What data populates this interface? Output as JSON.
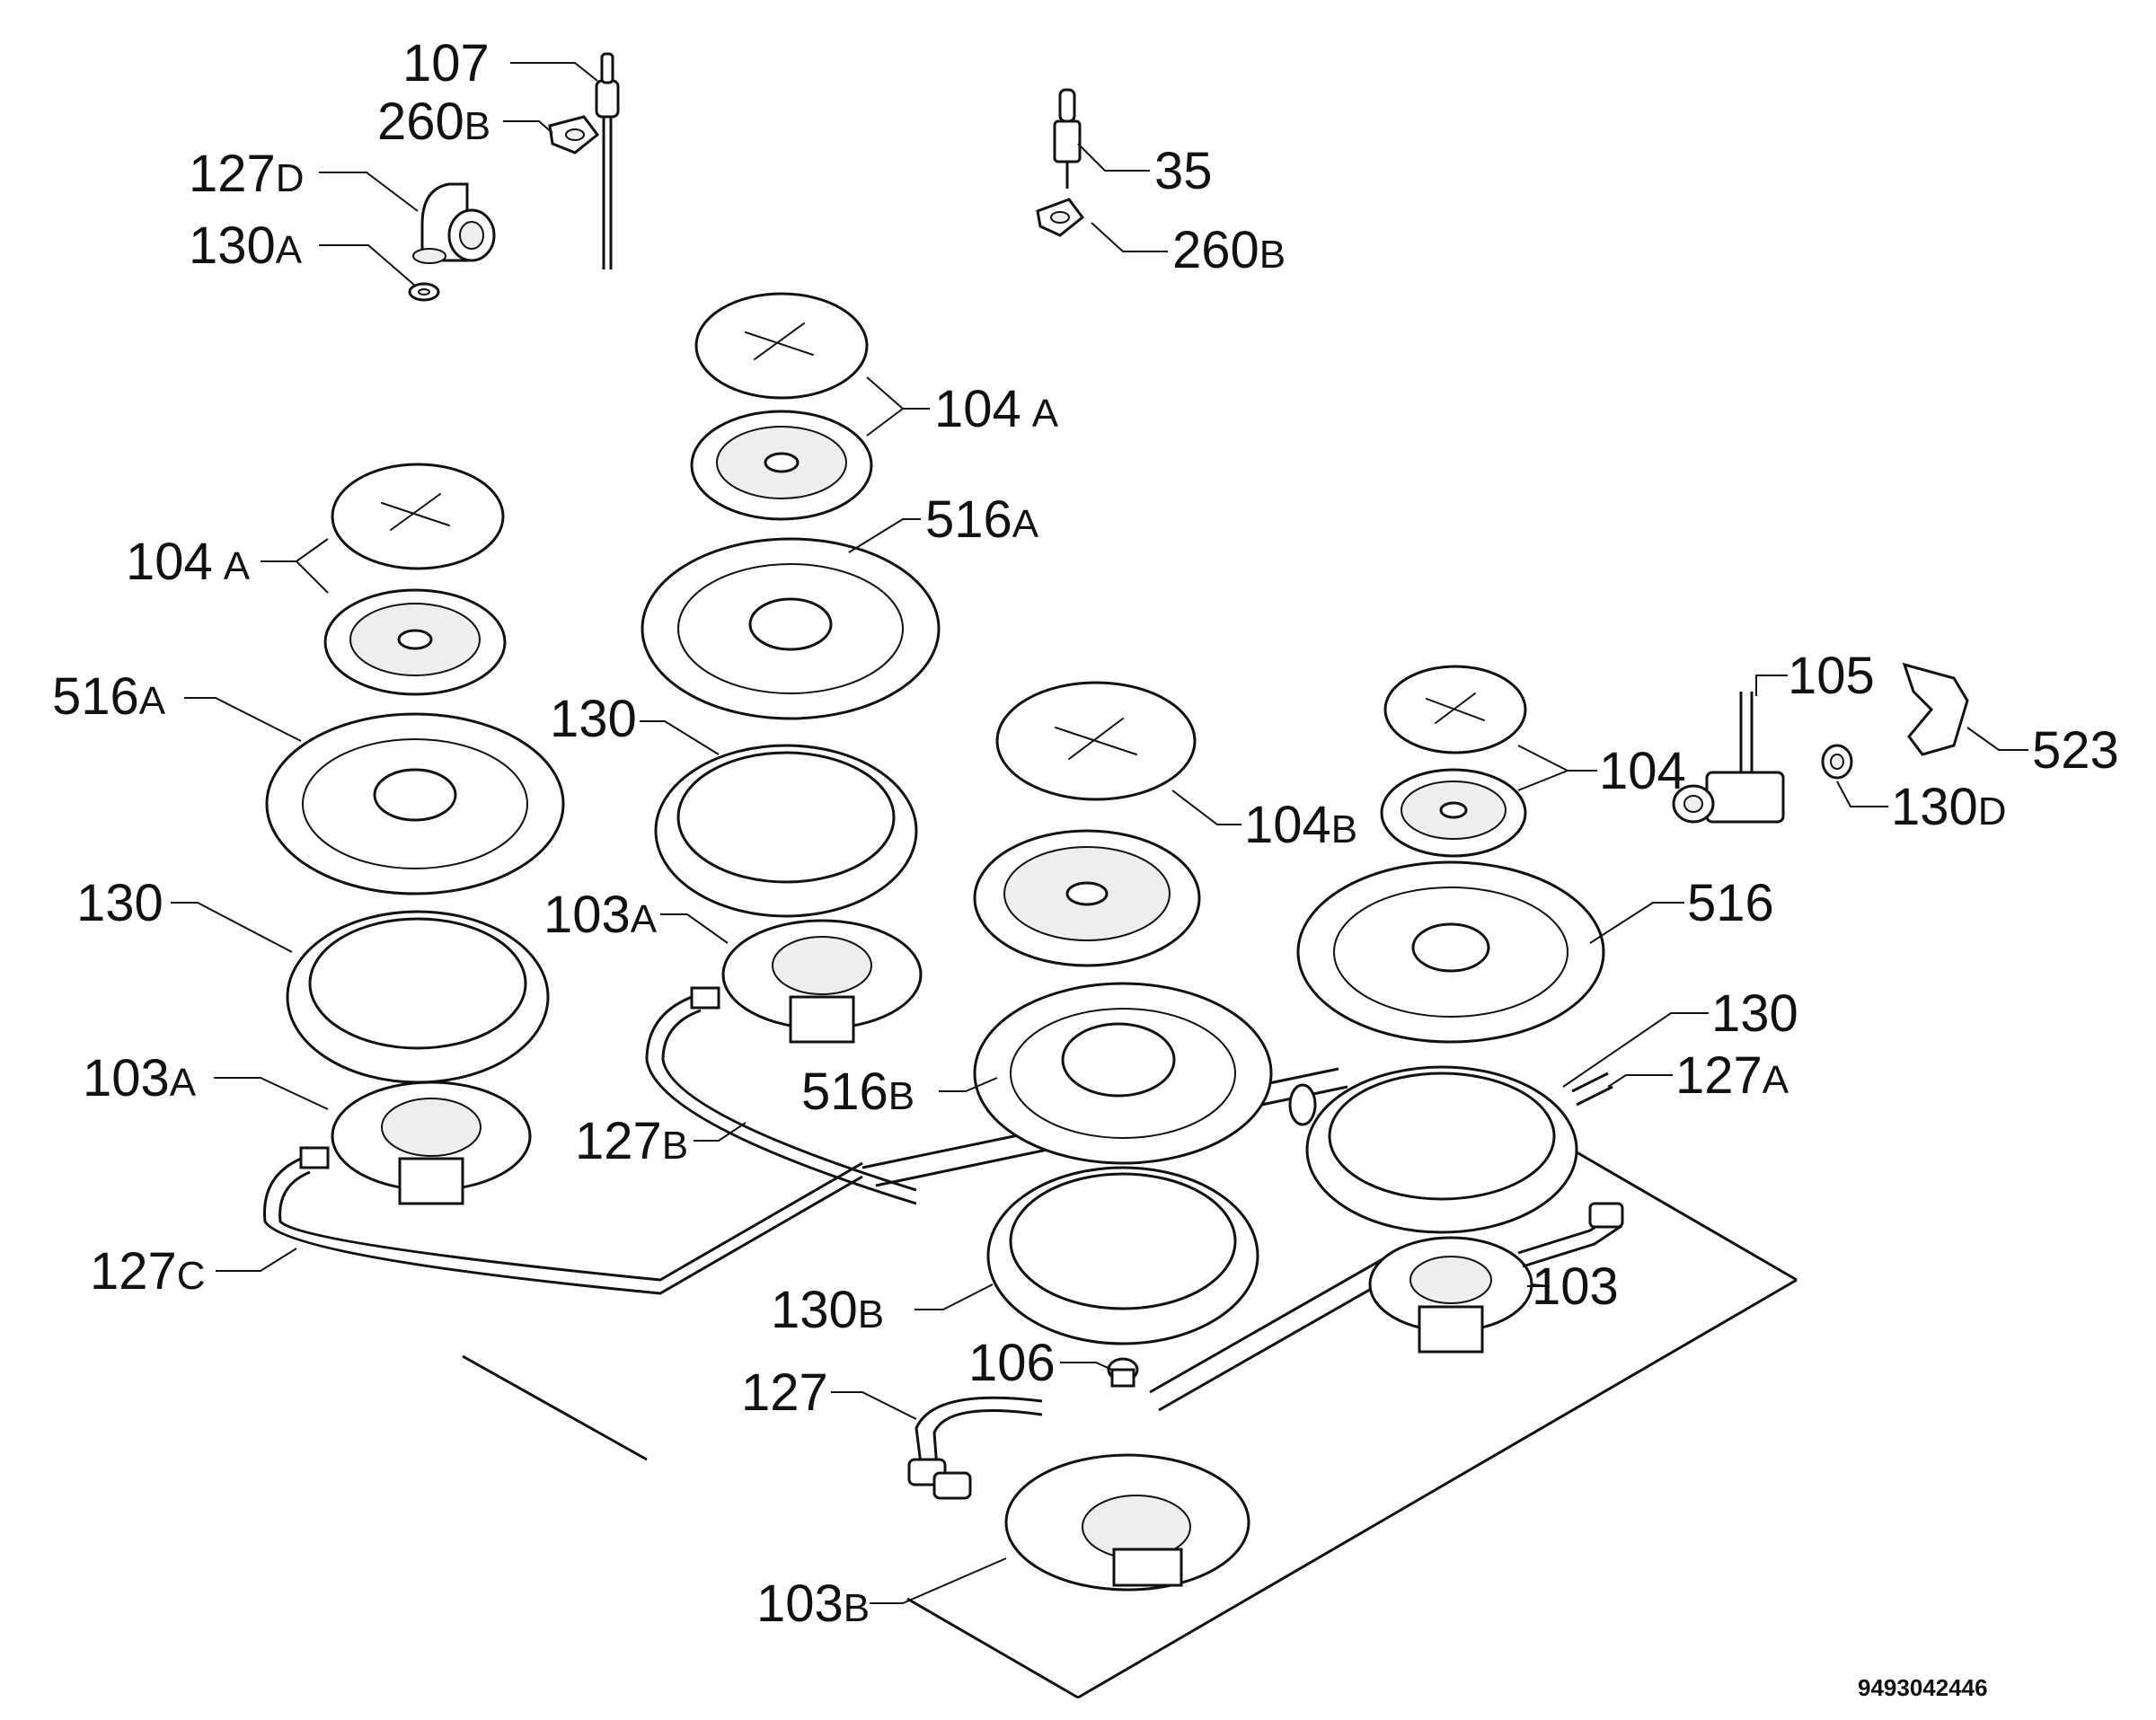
{
  "diagram": {
    "callouts": [
      {
        "id": "c107",
        "num": "107",
        "suf": ""
      },
      {
        "id": "c260b_top",
        "num": "260",
        "suf": "B"
      },
      {
        "id": "c127d",
        "num": "127",
        "suf": "D"
      },
      {
        "id": "c130a",
        "num": "130",
        "suf": "A"
      },
      {
        "id": "c35",
        "num": "35",
        "suf": ""
      },
      {
        "id": "c260b_right",
        "num": "260",
        "suf": "B"
      },
      {
        "id": "c104a_mid",
        "num": "104",
        "suf": "A"
      },
      {
        "id": "c516a_mid",
        "num": "516",
        "suf": "A"
      },
      {
        "id": "c104a_left",
        "num": "104",
        "suf": "A"
      },
      {
        "id": "c516a_left",
        "num": "516",
        "suf": "A"
      },
      {
        "id": "c130_mid",
        "num": "130",
        "suf": ""
      },
      {
        "id": "c130_left",
        "num": "130",
        "suf": ""
      },
      {
        "id": "c103a_mid",
        "num": "103",
        "suf": "A"
      },
      {
        "id": "c103a_left",
        "num": "103",
        "suf": "A"
      },
      {
        "id": "c127b",
        "num": "127",
        "suf": "B"
      },
      {
        "id": "c127c",
        "num": "127",
        "suf": "C"
      },
      {
        "id": "c105",
        "num": "105",
        "suf": ""
      },
      {
        "id": "c523",
        "num": "523",
        "suf": ""
      },
      {
        "id": "c104",
        "num": "104",
        "suf": ""
      },
      {
        "id": "c104b",
        "num": "104",
        "suf": "B"
      },
      {
        "id": "c130d",
        "num": "130",
        "suf": "D"
      },
      {
        "id": "c516",
        "num": "516",
        "suf": ""
      },
      {
        "id": "c130_right",
        "num": "130",
        "suf": ""
      },
      {
        "id": "c127a",
        "num": "127",
        "suf": "A"
      },
      {
        "id": "c516b",
        "num": "516",
        "suf": "B"
      },
      {
        "id": "c103",
        "num": "103",
        "suf": ""
      },
      {
        "id": "c130b",
        "num": "130",
        "suf": "B"
      },
      {
        "id": "c106",
        "num": "106",
        "suf": ""
      },
      {
        "id": "c127",
        "num": "127",
        "suf": ""
      },
      {
        "id": "c103b",
        "num": "103",
        "suf": "B"
      }
    ],
    "document_number": "9493042446"
  }
}
